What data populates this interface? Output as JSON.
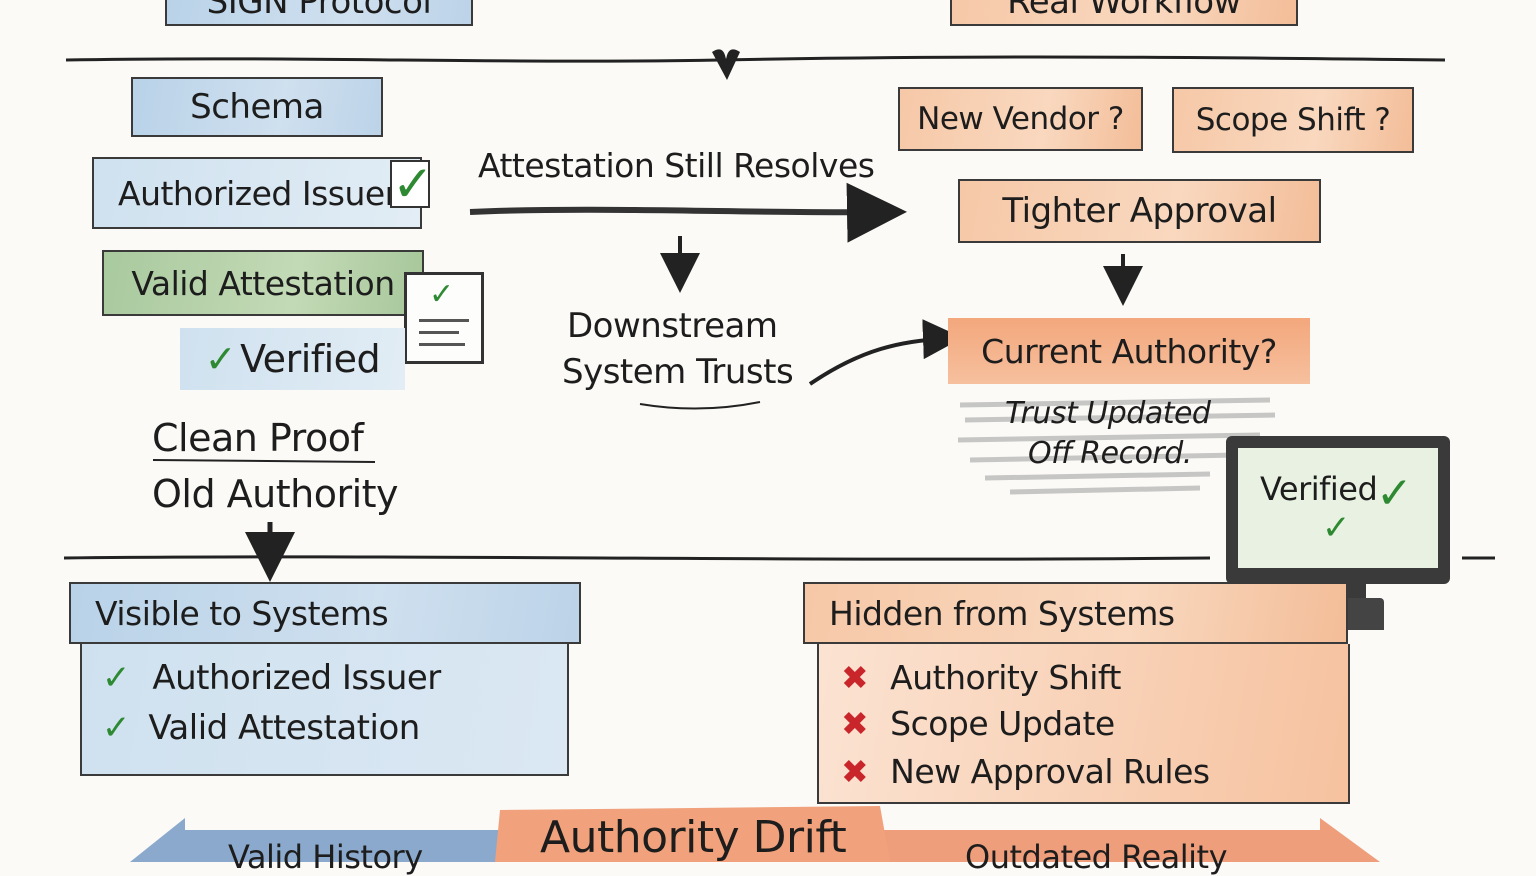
{
  "top": {
    "left_header": "SIGN Protocol",
    "right_header": "Real Workflow"
  },
  "left": {
    "schema": "Schema",
    "issuer": "Authorized Issuer",
    "attestation": "Valid Attestation",
    "verified": "Verified",
    "clean_proof": "Clean Proof",
    "old_authority": "Old Authority"
  },
  "middle": {
    "resolves": "Attestation Still Resolves",
    "downstream_line1": "Downstream",
    "downstream_line2": "System Trusts"
  },
  "right": {
    "new_vendor": "New Vendor ?",
    "scope_shift": "Scope Shift ?",
    "tighter_approval": "Tighter Approval",
    "current_authority": "Current Authority?",
    "trust_line1": "Trust Updated",
    "trust_line2": "Off Record.",
    "monitor_text": "Verified"
  },
  "visible": {
    "title": "Visible to Systems",
    "items": [
      "Authorized Issuer",
      "Valid Attestation"
    ]
  },
  "hidden": {
    "title": "Hidden from Systems",
    "items": [
      "Authority Shift",
      "Scope Update",
      "New Approval Rules"
    ]
  },
  "bottom": {
    "left": "Valid History",
    "center": "Authority Drift",
    "right": "Outdated Reality"
  },
  "colors": {
    "blue": "#b9d2e8",
    "orange": "#f6c8a7",
    "green": "#a9c99e",
    "check": "#2e8a32",
    "cross": "#c9262c"
  }
}
